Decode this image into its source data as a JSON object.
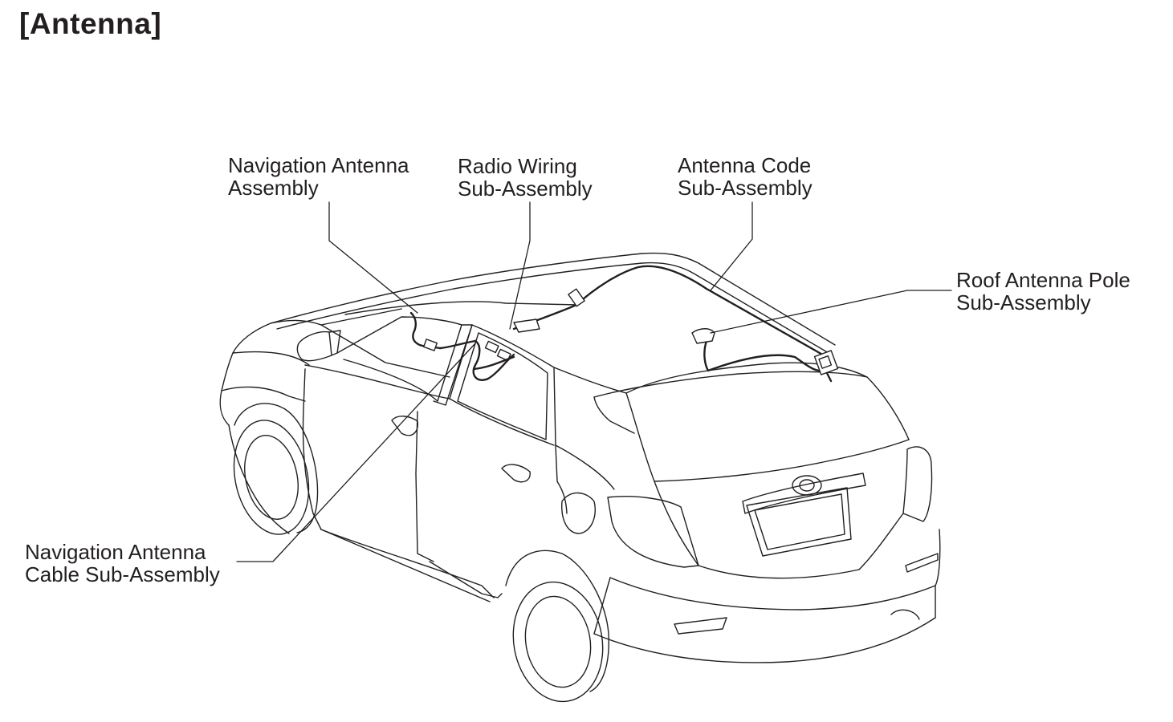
{
  "title": "[Antenna]",
  "callouts": {
    "nav_antenna_assembly": {
      "line1": "Navigation Antenna",
      "line2": "Assembly"
    },
    "radio_wiring": {
      "line1": "Radio Wiring",
      "line2": "Sub-Assembly"
    },
    "antenna_code": {
      "line1": "Antenna Code",
      "line2": "Sub-Assembly"
    },
    "roof_antenna_pole": {
      "line1": "Roof Antenna Pole",
      "line2": "Sub-Assembly"
    },
    "nav_antenna_cable": {
      "line1": "Navigation Antenna",
      "line2": "Cable Sub-Assembly"
    }
  }
}
